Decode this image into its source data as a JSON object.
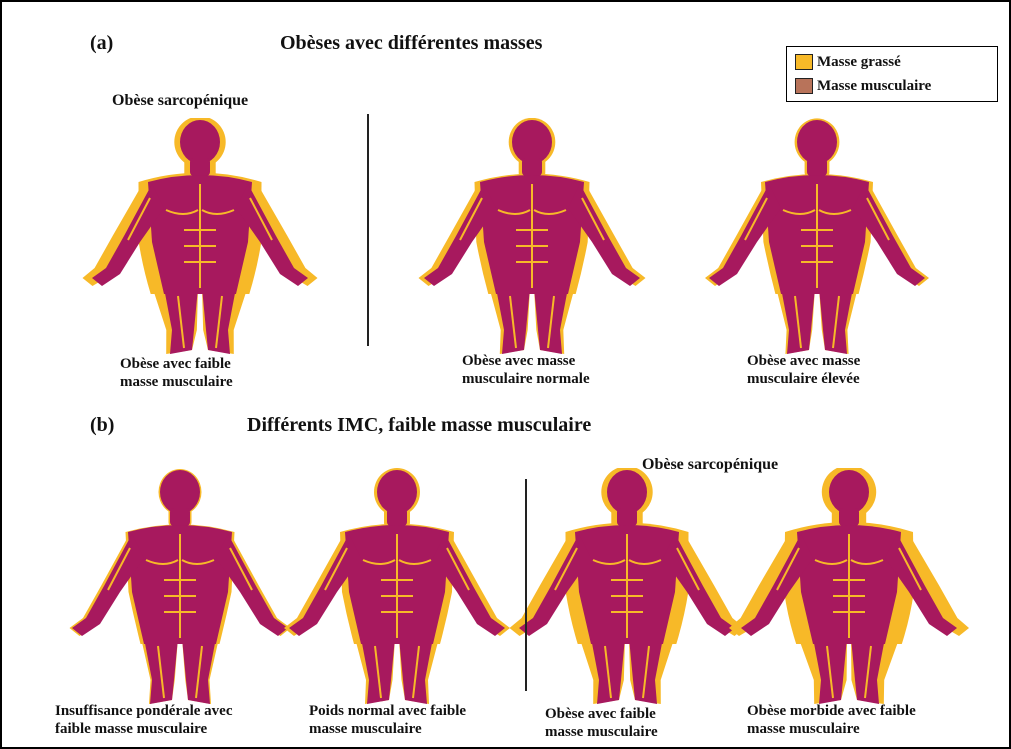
{
  "panel_a": {
    "label": "(a)",
    "title": "Obèses avec différentes masses",
    "subtitle": "Obèse sarcopénique",
    "captions": [
      [
        "Obèse avec faible",
        "masse musculaire"
      ],
      [
        "Obèse avec masse",
        "musculaire normale"
      ],
      [
        "Obèse avec masse",
        "musculaire élevée"
      ]
    ]
  },
  "panel_b": {
    "label": "(b)",
    "title": "Différents IMC, faible masse musculaire",
    "subtitle": "Obèse sarcopénique",
    "captions": [
      [
        "Insuffisance pondérale avec",
        "faible masse musculaire"
      ],
      [
        "Poids normal avec faible",
        "masse musculaire"
      ],
      [
        "Obèse avec faible",
        "masse musculaire"
      ],
      [
        "Obèse morbide avec faible",
        "masse musculaire"
      ]
    ]
  },
  "legend": {
    "items": [
      {
        "label": "Masse grassé",
        "color": "#F7B928"
      },
      {
        "label": "Masse musculaire",
        "color": "#B8735A"
      }
    ]
  },
  "colors": {
    "muscle": "#A7195E",
    "fat": "#F7B928"
  },
  "figure_fat_levels": {
    "panel_a": [
      0.75,
      0.35,
      0.2
    ],
    "panel_b": [
      0.05,
      0.3,
      0.75,
      1.0
    ]
  }
}
